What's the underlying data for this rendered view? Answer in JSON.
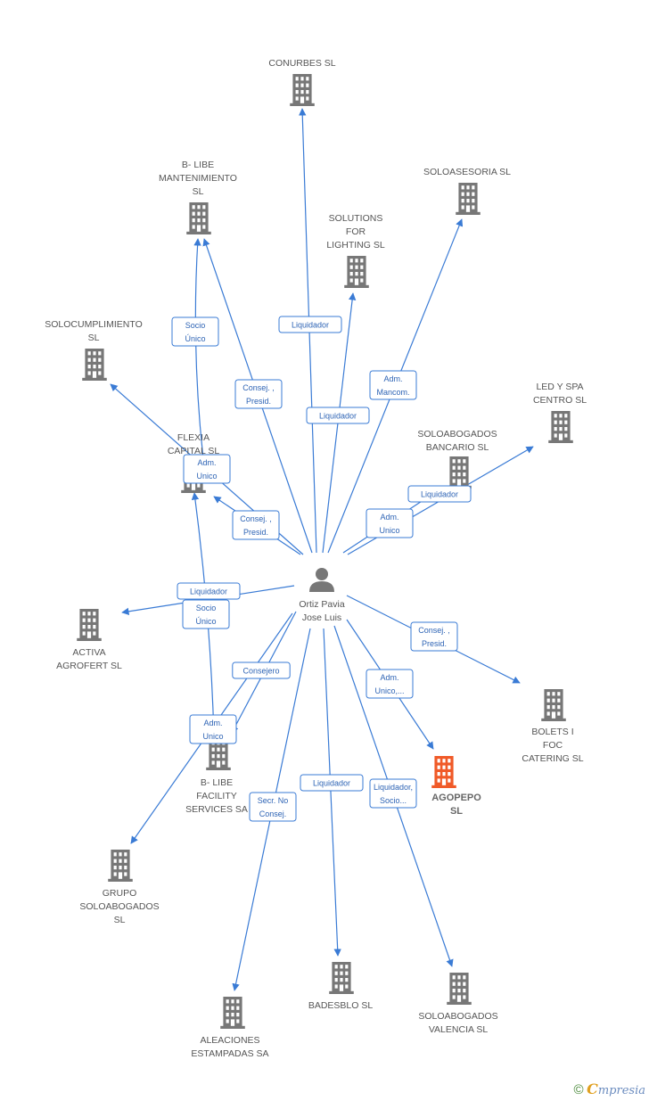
{
  "center": {
    "name_line1": "Ortiz Pavia",
    "name_line2": "Jose Luis",
    "icon": "person-icon"
  },
  "companies": [
    {
      "id": "conurbes",
      "lines": [
        "CONURBES SL"
      ]
    },
    {
      "id": "blibe-mant",
      "lines": [
        "B- LIBE",
        "MANTENIMIENTO",
        "SL"
      ]
    },
    {
      "id": "soloasesoria",
      "lines": [
        "SOLOASESORIA SL"
      ]
    },
    {
      "id": "solutions",
      "lines": [
        "SOLUTIONS",
        "FOR",
        "LIGHTING  SL"
      ]
    },
    {
      "id": "solocumplimiento",
      "lines": [
        "SOLOCUMPLIMIENTO",
        "SL"
      ]
    },
    {
      "id": "ledyspa",
      "lines": [
        "LED Y SPA",
        "CENTRO SL"
      ]
    },
    {
      "id": "flexia",
      "lines": [
        "FLEXIA",
        "CAPITAL  SL"
      ]
    },
    {
      "id": "solobancario",
      "lines": [
        "SOLOABOGADOS",
        "BANCARIO  SL"
      ]
    },
    {
      "id": "activa",
      "lines": [
        "ACTIVA",
        "AGROFERT  SL"
      ]
    },
    {
      "id": "bolets",
      "lines": [
        "BOLETS I",
        "FOC",
        "CATERING  SL"
      ]
    },
    {
      "id": "blibe-fac",
      "lines": [
        "B- LIBE",
        "FACILITY",
        "SERVICES SA"
      ]
    },
    {
      "id": "agopepo",
      "lines": [
        "AGOPEPO",
        "SL"
      ],
      "highlight": true
    },
    {
      "id": "grupo",
      "lines": [
        "GRUPO",
        "SOLOABOGADOS",
        "SL"
      ]
    },
    {
      "id": "badesblo",
      "lines": [
        "BADESBLO SL"
      ]
    },
    {
      "id": "solovalencia",
      "lines": [
        "SOLOABOGADOS",
        "VALENCIA  SL"
      ]
    },
    {
      "id": "aleaciones",
      "lines": [
        "ALEACIONES",
        "ESTAMPADAS SA"
      ]
    }
  ],
  "relations": [
    {
      "to": "conurbes",
      "label": [
        "Liquidador"
      ]
    },
    {
      "to": "blibe-mant",
      "label": [
        "Consej. ,",
        "Presid."
      ]
    },
    {
      "to": "solutions",
      "label": [
        "Liquidador"
      ]
    },
    {
      "to": "soloasesoria",
      "label": [
        "Adm.",
        "Mancom."
      ]
    },
    {
      "to": "ledyspa",
      "label": [
        "Liquidador"
      ]
    },
    {
      "to": "solobancario",
      "label": [
        "Adm.",
        "Unico"
      ]
    },
    {
      "to": "flexia",
      "label": [
        "Consej. ,",
        "Presid."
      ]
    },
    {
      "to": "solocumplimiento",
      "label": [
        "Adm.",
        "Unico"
      ]
    },
    {
      "to": "activa",
      "label": [
        "Liquidador"
      ]
    },
    {
      "to": "bolets",
      "label": [
        "Consej. ,",
        "Presid."
      ]
    },
    {
      "to": "agopepo",
      "label": [
        "Adm.",
        "Unico,..."
      ]
    },
    {
      "to": "blibe-fac",
      "label": [
        "Consejero"
      ]
    },
    {
      "to": "grupo",
      "label": [
        "Adm.",
        "Unico"
      ]
    },
    {
      "to": "aleaciones",
      "label": [
        "Secr.  No",
        "Consej."
      ]
    },
    {
      "to": "badesblo",
      "label": [
        "Liquidador"
      ]
    },
    {
      "to": "solovalencia",
      "label": [
        "Liquidador,",
        "Socio..."
      ]
    }
  ],
  "company_relations": [
    {
      "from": "flexia",
      "to": "blibe-mant",
      "label": [
        "Socio",
        "Único"
      ]
    },
    {
      "from": "blibe-fac",
      "to": "flexia",
      "label": [
        "Socio",
        "Único"
      ]
    }
  ],
  "colors": {
    "edge": "#3a7bd5",
    "building": "#777777",
    "highlight": "#f05a28",
    "person": "#777777"
  },
  "brand": {
    "copyright": "©",
    "e": "C",
    "rest": "mpresia"
  }
}
